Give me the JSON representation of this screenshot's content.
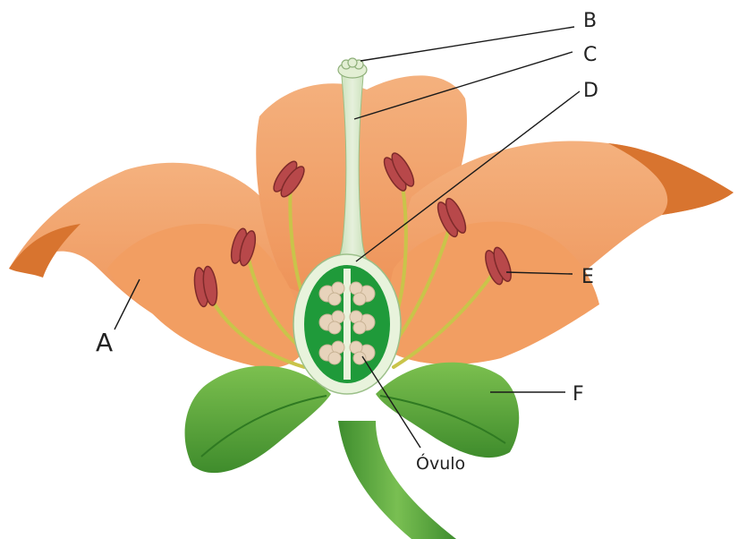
{
  "diagram": {
    "labels": {
      "A": "A",
      "B": "B",
      "C": "C",
      "D": "D",
      "E": "E",
      "F": "F",
      "ovulo": "Óvulo"
    },
    "colors": {
      "petal": "#f2a36b",
      "petal_dark": "#d9753a",
      "leaf": "#5aa83c",
      "ovary_inner": "#1f9a3a",
      "ovule": "#e7d3bb",
      "style": "#cfe3c0",
      "anther": "#b8484a",
      "filament": "#c9c44a"
    }
  }
}
